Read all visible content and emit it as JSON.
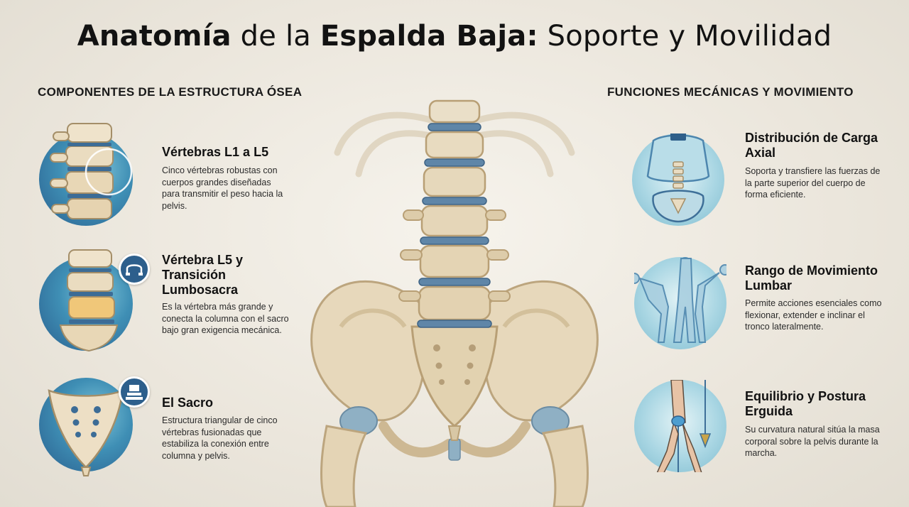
{
  "title": {
    "part1_bold": "Anatomía",
    "part2": " de la ",
    "part3_bold": "Espalda Baja:",
    "part4": " Soporte y Movilidad"
  },
  "left_section": {
    "heading": "COMPONENTES DE LA ESTRUCTURA ÓSEA",
    "items": [
      {
        "title": "Vértebras L1 a L5",
        "desc": "Cinco vértebras robustas con cuerpos grandes diseñadas para transmitir el peso hacia la pelvis.",
        "icon": "lumbar-vertebrae-icon"
      },
      {
        "title": "Vértebra L5 y Transición Lumbosacra",
        "desc": "Es la vértebra más grande y conecta la columna con el sacro bajo gran exigencia mecánica.",
        "icon": "l5-transition-icon"
      },
      {
        "title": "El Sacro",
        "desc": "Estructura triangular de cinco vértebras fusionadas que estabiliza la conexión entre columna y pelvis.",
        "icon": "sacrum-icon"
      }
    ]
  },
  "right_section": {
    "heading": "FUNCIONES MECÁNICAS Y MOVIMIENTO",
    "items": [
      {
        "title": "Distribución de Carga Axial",
        "desc": "Soporta y transfiere las fuerzas de la parte superior del cuerpo de forma eficiente.",
        "icon": "axial-load-icon"
      },
      {
        "title": "Rango de Movimiento Lumbar",
        "desc": "Permite acciones esenciales como flexionar, extender e inclinar el tronco lateralmente.",
        "icon": "lumbar-motion-icon"
      },
      {
        "title": "Equilibrio y Postura Erguida",
        "desc": "Su curvatura natural sitúa la masa corporal sobre la pelvis durante la marcha.",
        "icon": "posture-balance-icon"
      }
    ]
  },
  "colors": {
    "bone": "#e9dcc2",
    "bone_shadow": "#c9b48f",
    "disc": "#5f86a8",
    "medal_blue": "#3f8fb5",
    "medal_light": "#a9d6e3"
  }
}
